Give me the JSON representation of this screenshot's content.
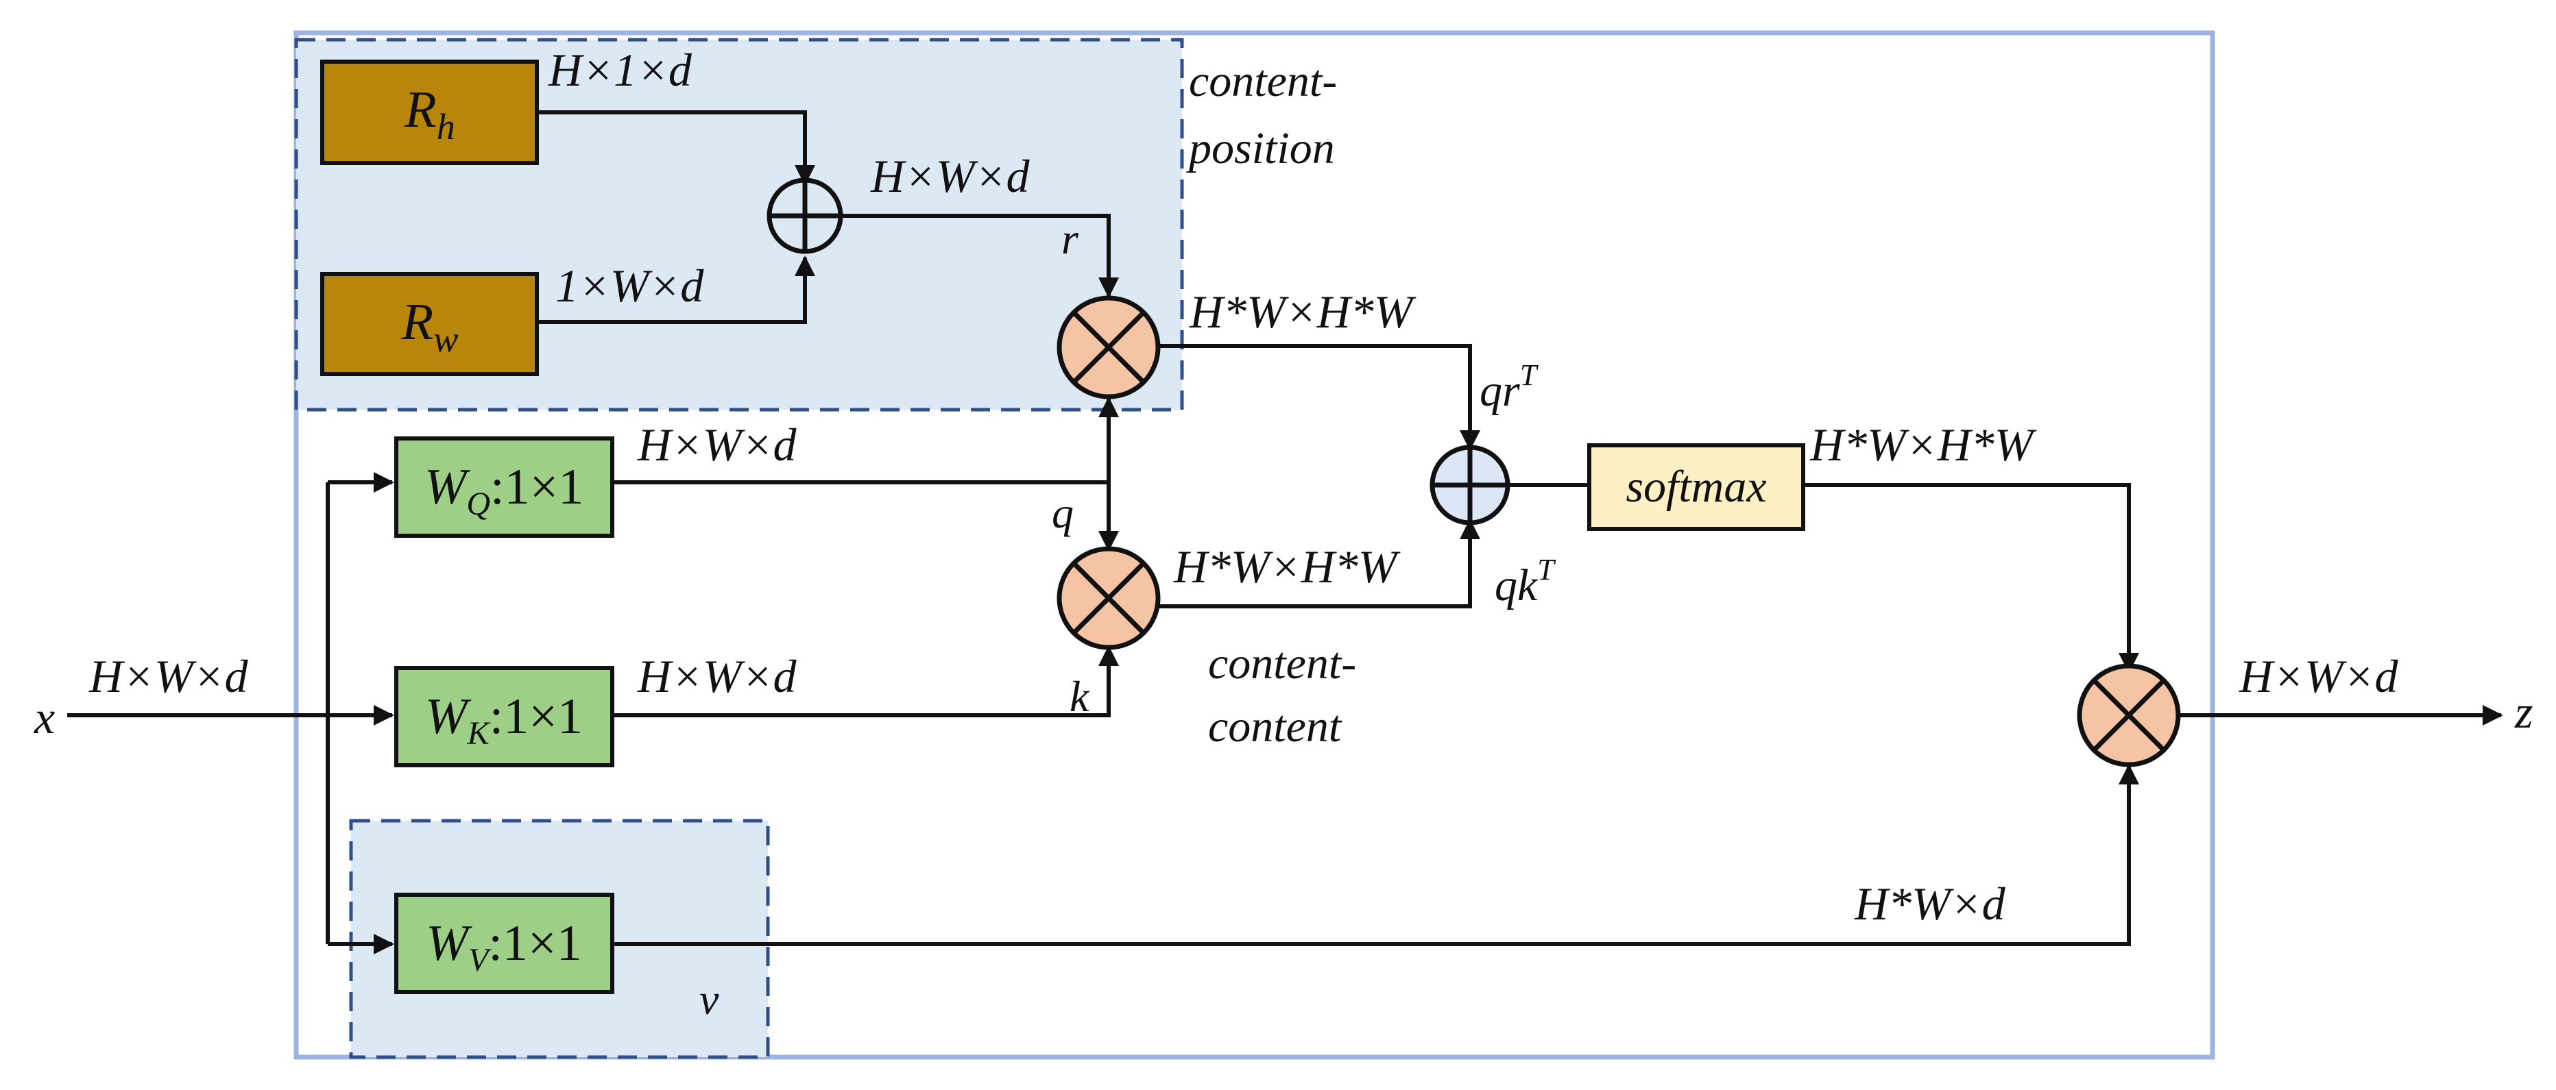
{
  "colors": {
    "outer_border": "#9db4e2",
    "region_fill": "#dde8f5",
    "region_dash": "#2f4f8a",
    "pos_box": "#b8860b",
    "proj_box": "#9dcf86",
    "softmax_box": "#fdf0c4",
    "multiply_node": "#f5c4a5",
    "add_node": "#dce6f4",
    "wire": "#111111"
  },
  "icons": {
    "multiply_node": "circled-times-icon",
    "add_node": "circled-plus-icon"
  },
  "nodes": {
    "rh": {
      "base": "R",
      "sub": "h"
    },
    "rw": {
      "base": "R",
      "sub": "w"
    },
    "wq": {
      "base": "W",
      "sub": "Q",
      "suffix": ":1×1"
    },
    "wk": {
      "base": "W",
      "sub": "K",
      "suffix": ":1×1"
    },
    "wv": {
      "base": "W",
      "sub": "V",
      "suffix": ":1×1"
    },
    "softmax": "softmax"
  },
  "labels": {
    "rh_dim": "H×1×d",
    "rw_dim": "1×W×d",
    "r_sum_dim": "H×W×d",
    "r": "r",
    "content_position_1": "content-",
    "content_position_2": "position",
    "qr_dim": "H*W×H*W",
    "qr": "qr",
    "qr_sup": "T",
    "wq_dim": "H×W×d",
    "q": "q",
    "qk_dim": "H*W×H*W",
    "qk": "qk",
    "qk_sup": "T",
    "content_content_1": "content-",
    "content_content_2": "content",
    "x": "x",
    "x_dim": "H×W×d",
    "wk_dim": "H×W×d",
    "k": "k",
    "softmax_dim": "H*W×H*W",
    "z_dim": "H×W×d",
    "z": "z",
    "v_dim": "H*W×d",
    "v": "v"
  }
}
